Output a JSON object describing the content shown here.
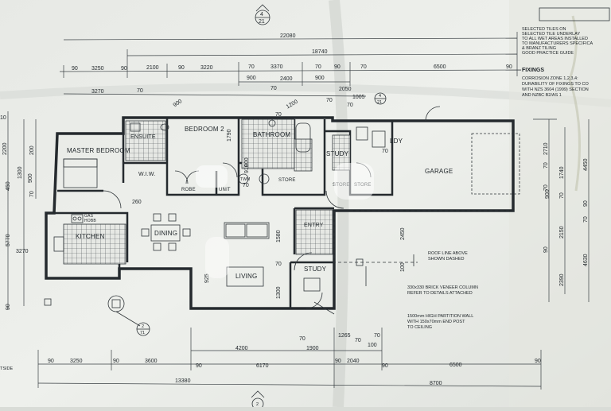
{
  "rooms": {
    "master_bedroom": "MASTER BEDROOM",
    "ensuite": "ENSUITE",
    "wiw": "W.I.W.",
    "bedroom2": "BEDROOM 2",
    "robe": "ROBE",
    "unit": "UNIT",
    "bathroom": "BATHROOM",
    "store1": "STORE",
    "study1": "STUDY",
    "store2": "STORE",
    "store3": "STORE",
    "ldy": "LDY",
    "garage": "GARAGE",
    "kitchen": "KITCHEN",
    "gas_hob1": "GAS",
    "gas_hob2": "HOBB",
    "dining": "DINING",
    "entry": "ENTRY",
    "living": "LIVING",
    "study2": "STUDY",
    "twm": "TWM"
  },
  "notes": {
    "tiles": [
      "SELECTED TILES ON",
      "SELECTED TILE UNDERLAY",
      "TO ALL WET AREAS INSTALLED",
      "TO MANUFACTURERS SPECIFICA",
      "& BRANZ TILING",
      "GOOD PRACTICE GUIDE"
    ],
    "fixings_title": "FIXINGS",
    "fixings": [
      "CORROSION ZONE 1,2,3,4:",
      "DURABILITY OF FIXINGS TO CO",
      "WITH NZS 3604 (1999) SECTION",
      "AND NZBC B2/AS 1"
    ],
    "roof": [
      "ROOF LINE ABOVE",
      "SHOWN DASHED"
    ],
    "column": [
      "330x330 BRICK VENEER COLUMN",
      "REFER TO DETAILS ATTACHED"
    ],
    "partition": [
      "1500mm HIGH PARTITION WALL",
      "WITH 150x70mm END POST",
      "TO CEILING"
    ],
    "outside": "TSIDE"
  },
  "section_marks": {
    "top": {
      "num": "4",
      "sheet": "21"
    },
    "left": {
      "num": "2",
      "sheet": "71"
    },
    "bottom": {
      "num": "2"
    },
    "right": {
      "num": "4",
      "sheet": "21"
    }
  },
  "dims": {
    "top_overall": "22080",
    "top_row2": "18740",
    "top_row3": [
      "90",
      "3250",
      "90",
      "2100",
      "90",
      "3220",
      "70",
      "3370",
      "70",
      "90",
      "70",
      "6500",
      "90"
    ],
    "top_row4": [
      "900",
      "2400",
      "900",
      "2050"
    ],
    "top_row5": [
      "3270",
      "70",
      "70",
      "70",
      "1005",
      "70"
    ],
    "room_dims": [
      "900",
      "1200",
      "260",
      "1790",
      "910",
      "1580",
      "925",
      "1300",
      "70",
      "70",
      "70",
      "800",
      "70"
    ],
    "bottom_row1": [
      "4200",
      "1900",
      "1265",
      "100",
      "70",
      "70",
      "70"
    ],
    "bottom_row2": [
      "90",
      "3250",
      "90",
      "3600",
      "90",
      "6170",
      "90",
      "2040",
      "90",
      "6500",
      "90"
    ],
    "bottom_overall": [
      "13380",
      "8700"
    ],
    "garage_right": [
      "2450",
      "100"
    ],
    "left_side": [
      "3270",
      "1300",
      "450",
      "5770",
      "2200",
      "200",
      "900",
      "70",
      "90",
      "10"
    ],
    "right_side": [
      "2710",
      "1740",
      "900",
      "4450",
      "2150",
      "4630",
      "2390",
      "70",
      "90",
      "70",
      "70",
      "90",
      "70"
    ]
  }
}
